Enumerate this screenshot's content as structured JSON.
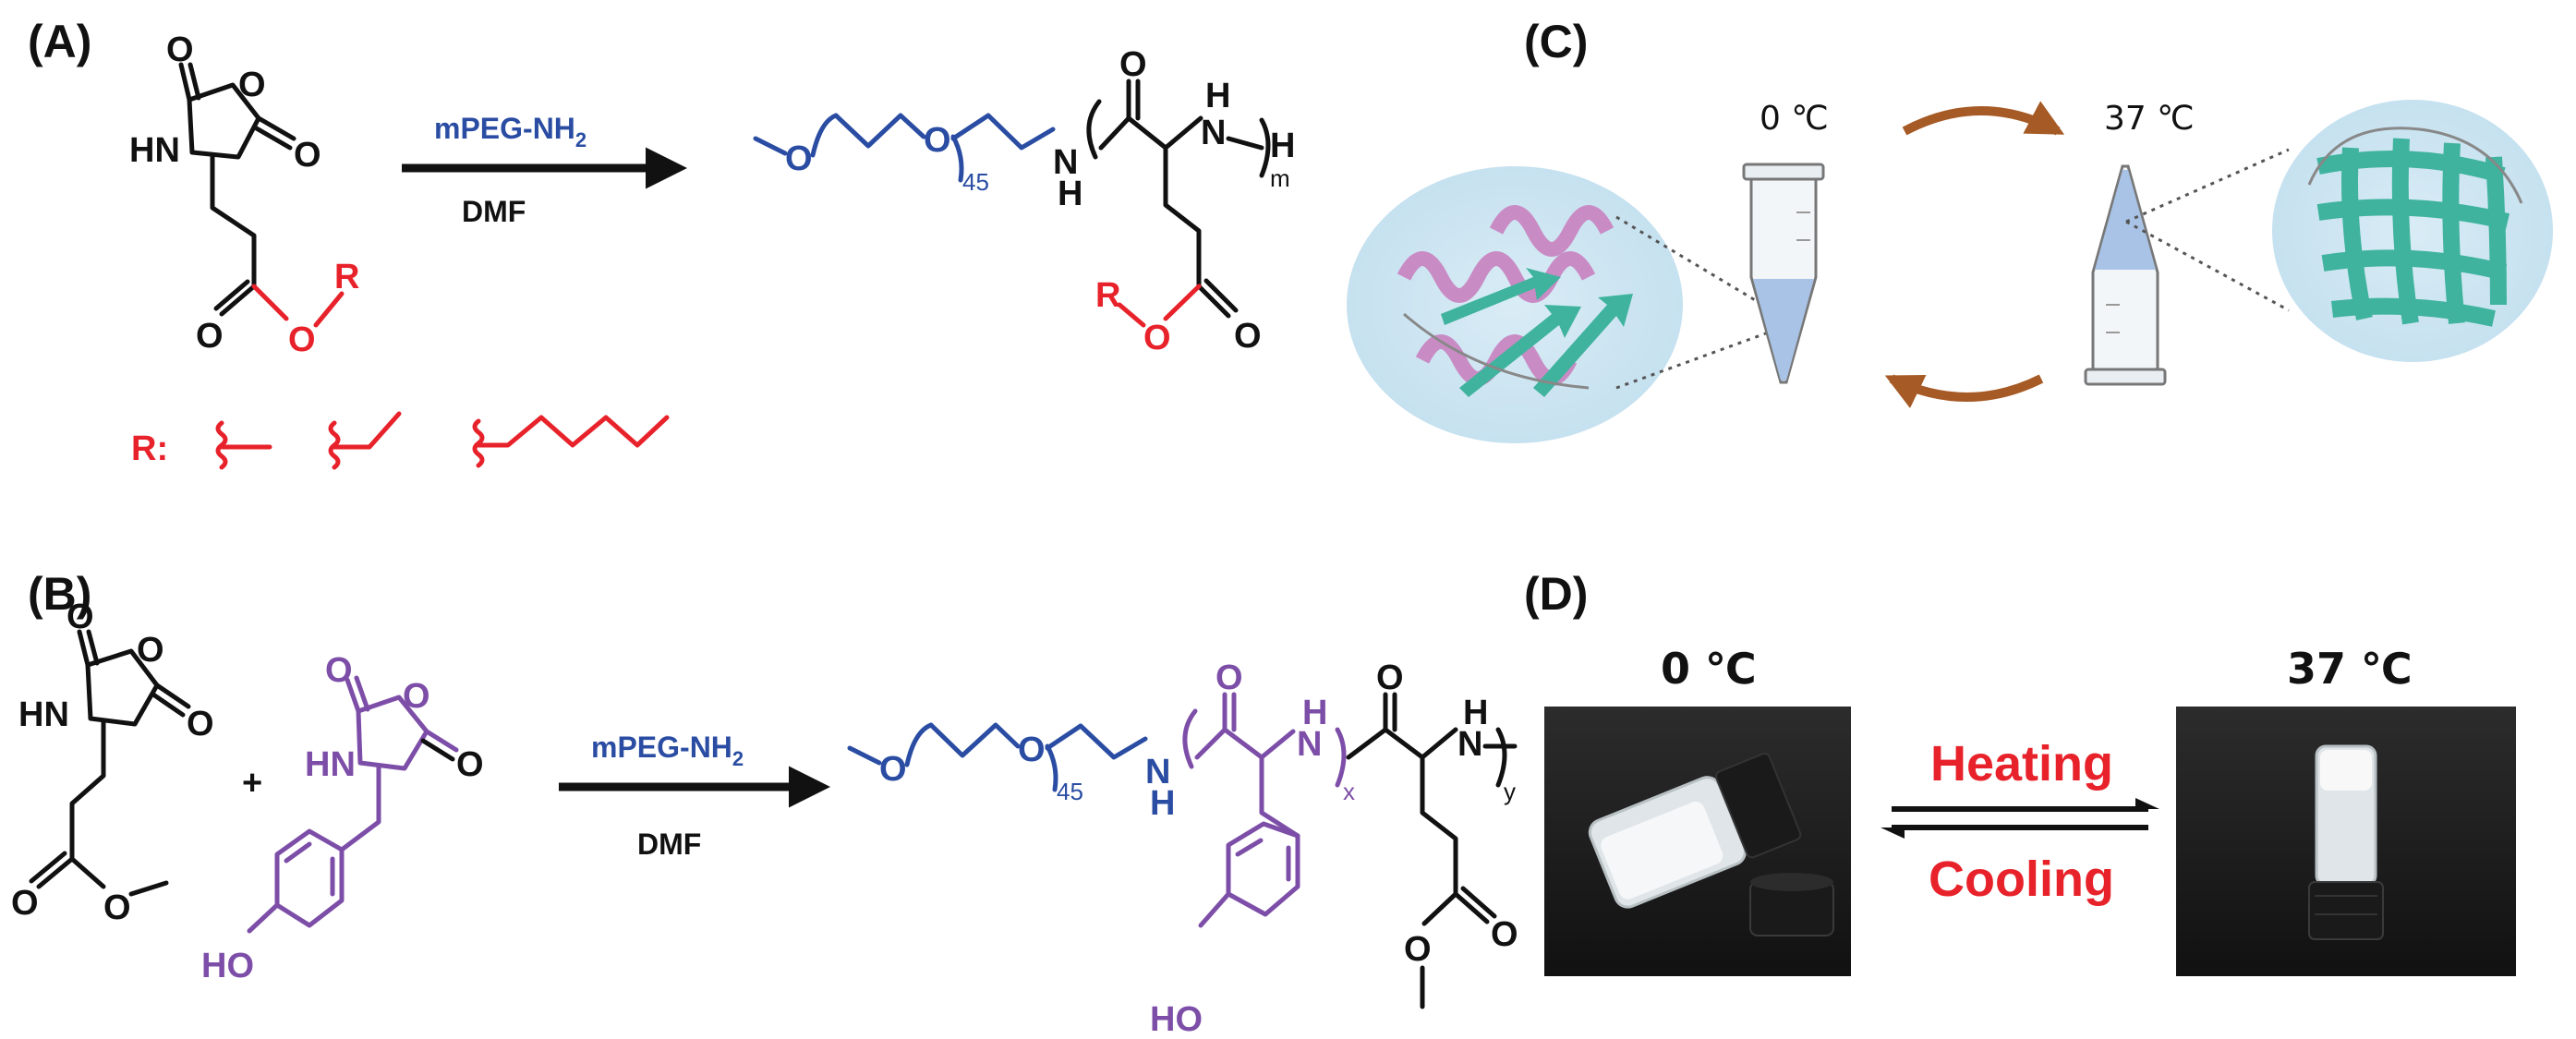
{
  "panels": {
    "a": "(A)",
    "b": "(B)",
    "c": "(C)",
    "d": "(D)"
  },
  "atoms": {
    "O": "O",
    "HN": "HN",
    "NH": "NH",
    "N": "N",
    "H": "H",
    "R": "R",
    "HO": "HO",
    "plus": "+"
  },
  "subscripts": {
    "peg": "45",
    "m": "m",
    "x": "x",
    "y": "y"
  },
  "panel_a": {
    "reagent": "mPEG-NH",
    "reagent_sub": "2",
    "solvent": "DMF",
    "r_label": "R:"
  },
  "panel_b": {
    "reagent": "mPEG-NH",
    "reagent_sub": "2",
    "solvent": "DMF"
  },
  "panel_c": {
    "temp_cold": "0 ℃",
    "temp_warm": "37 ℃"
  },
  "panel_d": {
    "temp_cold": "0 ℃",
    "temp_warm": "37 ℃",
    "heating": "Heating",
    "cooling": "Cooling"
  },
  "colors": {
    "black": "#111111",
    "blue": "#2a4da3",
    "red": "#e8222a",
    "purple": "#7d4ea8",
    "arrow_brown": "#a65a25",
    "helix": "#c98bc4",
    "sheet": "#3fb39d"
  }
}
